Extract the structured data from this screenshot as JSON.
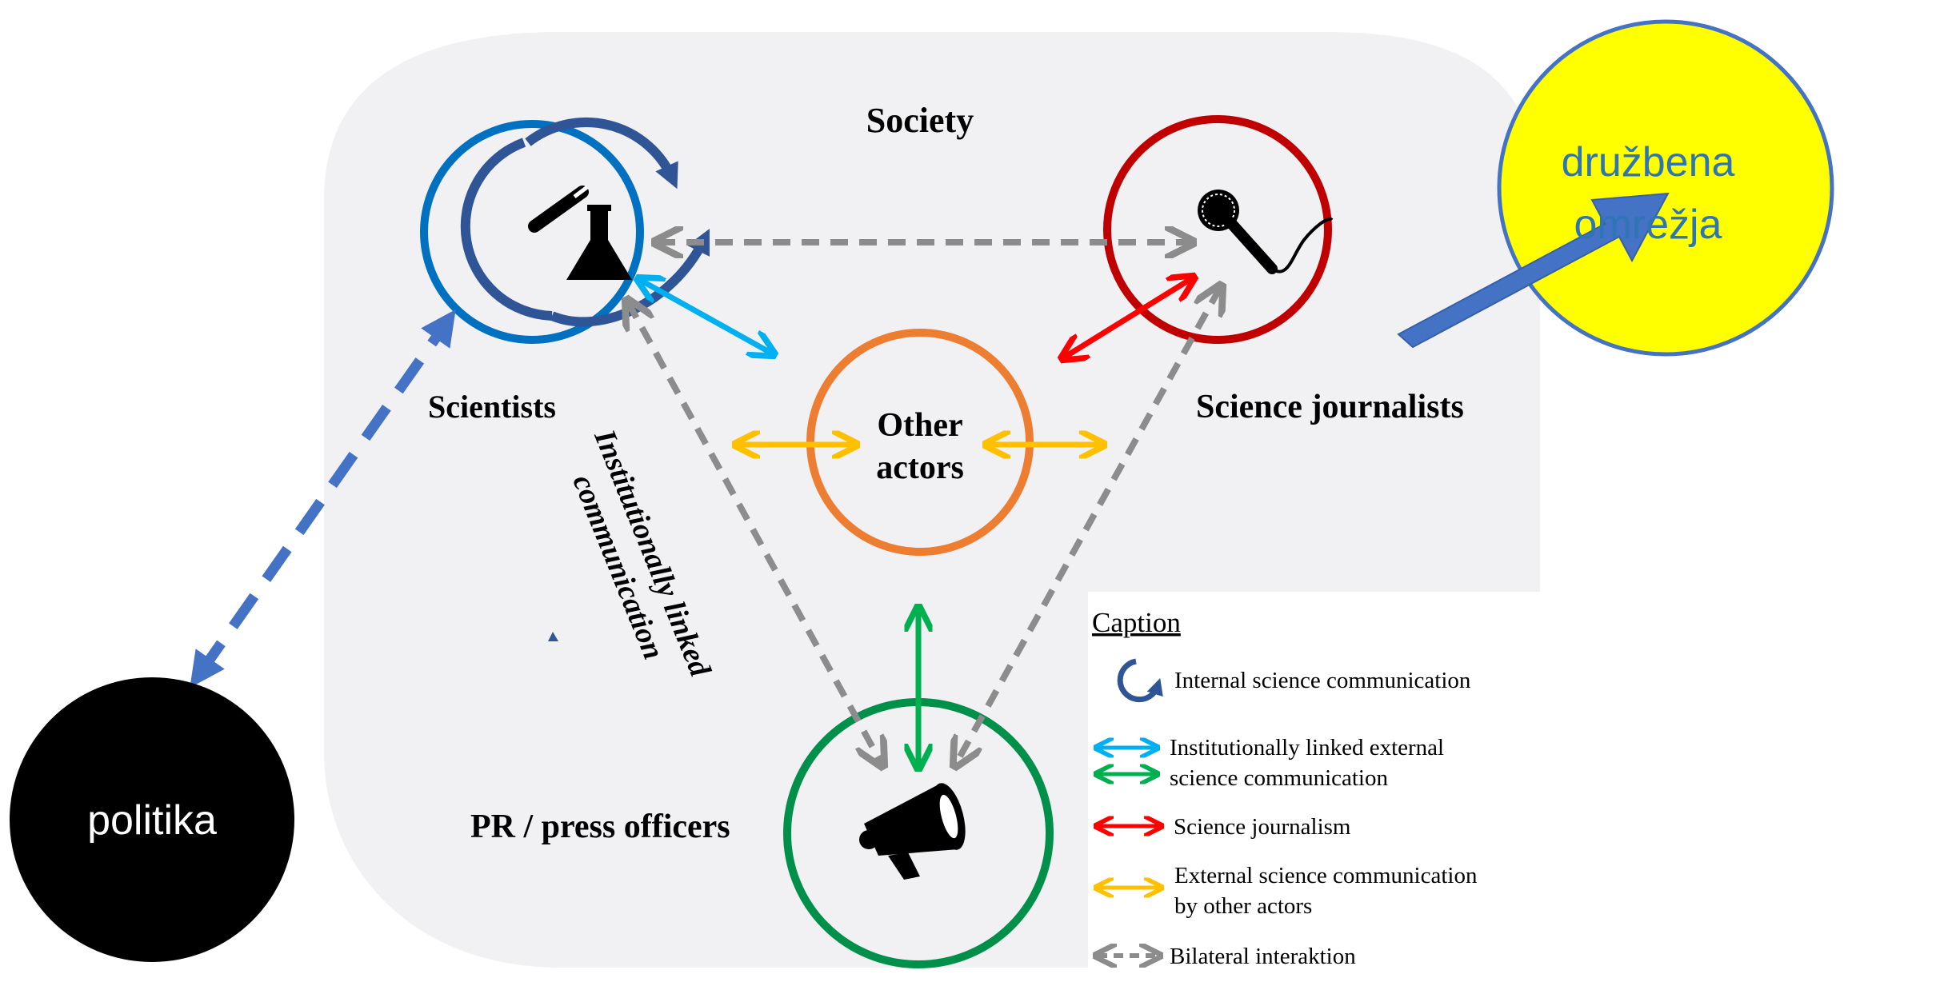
{
  "society_label": "Society",
  "nodes": {
    "scientists": "Scientists",
    "other_actors_line1": "Other",
    "other_actors_line2": "actors",
    "science_journalists": "Science journalists",
    "pr_officers": "PR / press officers",
    "politika": "politika",
    "social_networks_line1": "družbena",
    "social_networks_line2": "omrežja"
  },
  "institutional_label_line1": "Institutionally linked",
  "institutional_label_line2": "communication",
  "caption": {
    "title": "Caption",
    "items": [
      {
        "lines": [
          "Internal science communication"
        ]
      },
      {
        "lines": [
          "Institutionally linked external",
          "science communication"
        ]
      },
      {
        "lines": [
          "Science journalism"
        ]
      },
      {
        "lines": [
          "External science communication",
          "by other actors"
        ]
      },
      {
        "lines": [
          "Bilateral interaktion"
        ]
      }
    ]
  },
  "colors": {
    "scientists_ring": "#0070c0",
    "internal_arrow": "#2f5597",
    "light_blue_arrow": "#00b0f0",
    "journalists_ring": "#c00000",
    "red_arrow": "#ff0000",
    "other_actors_ring": "#ed7d31",
    "yellow_arrow": "#ffc000",
    "pr_ring": "#00904a",
    "green_arrow": "#00b050",
    "gray_arrow": "#8c8c8c",
    "politika_fill": "#000000",
    "social_fill": "#ffff00",
    "social_ring": "#4472c4",
    "big_arrow": "#4472c4",
    "social_text": "#2e75b6",
    "society_bg": "#f1f1f3"
  }
}
